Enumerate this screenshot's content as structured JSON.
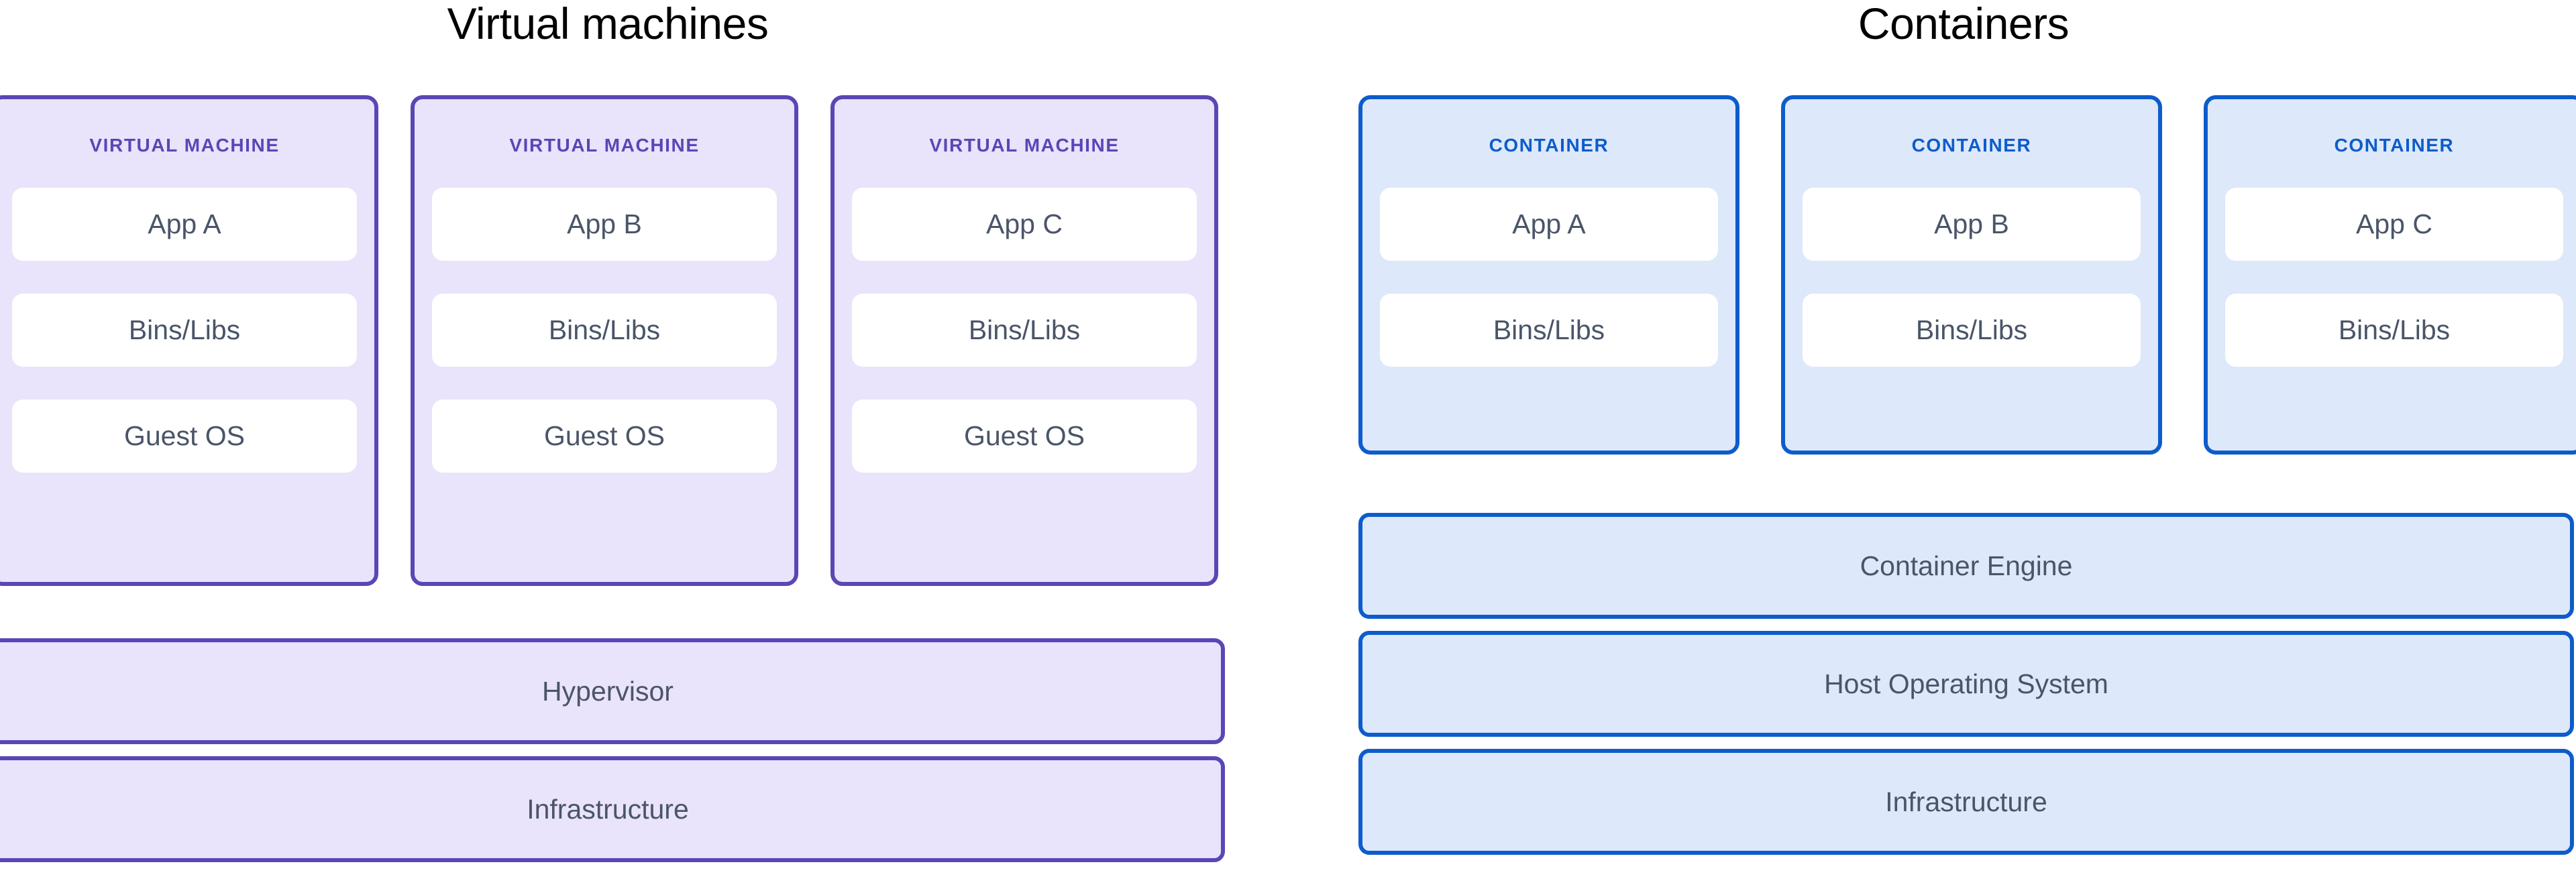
{
  "diagram": {
    "background_color": "#ffffff",
    "text_color": "#4a5568",
    "title_color": "#000000"
  },
  "panels": [
    {
      "id": "virtual-machines",
      "title": "Virtual machines",
      "accent_color": "#5b46b5",
      "fill_color": "#e9e3fb",
      "cards": [
        {
          "label": "VIRTUAL MACHINE",
          "layers": [
            "App A",
            "Bins/Libs",
            "Guest OS"
          ]
        },
        {
          "label": "VIRTUAL MACHINE",
          "layers": [
            "App B",
            "Bins/Libs",
            "Guest OS"
          ]
        },
        {
          "label": "VIRTUAL MACHINE",
          "layers": [
            "App C",
            "Bins/Libs",
            "Guest OS"
          ]
        }
      ],
      "bars": [
        "Hypervisor",
        "Infrastructure"
      ]
    },
    {
      "id": "containers",
      "title": "Containers",
      "accent_color": "#0d5ccb",
      "fill_color": "#dde8fa",
      "cards": [
        {
          "label": "CONTAINER",
          "layers": [
            "App A",
            "Bins/Libs"
          ]
        },
        {
          "label": "CONTAINER",
          "layers": [
            "App B",
            "Bins/Libs"
          ]
        },
        {
          "label": "CONTAINER",
          "layers": [
            "App C",
            "Bins/Libs"
          ]
        }
      ],
      "bars": [
        "Container Engine",
        "Host Operating System",
        "Infrastructure"
      ]
    }
  ]
}
